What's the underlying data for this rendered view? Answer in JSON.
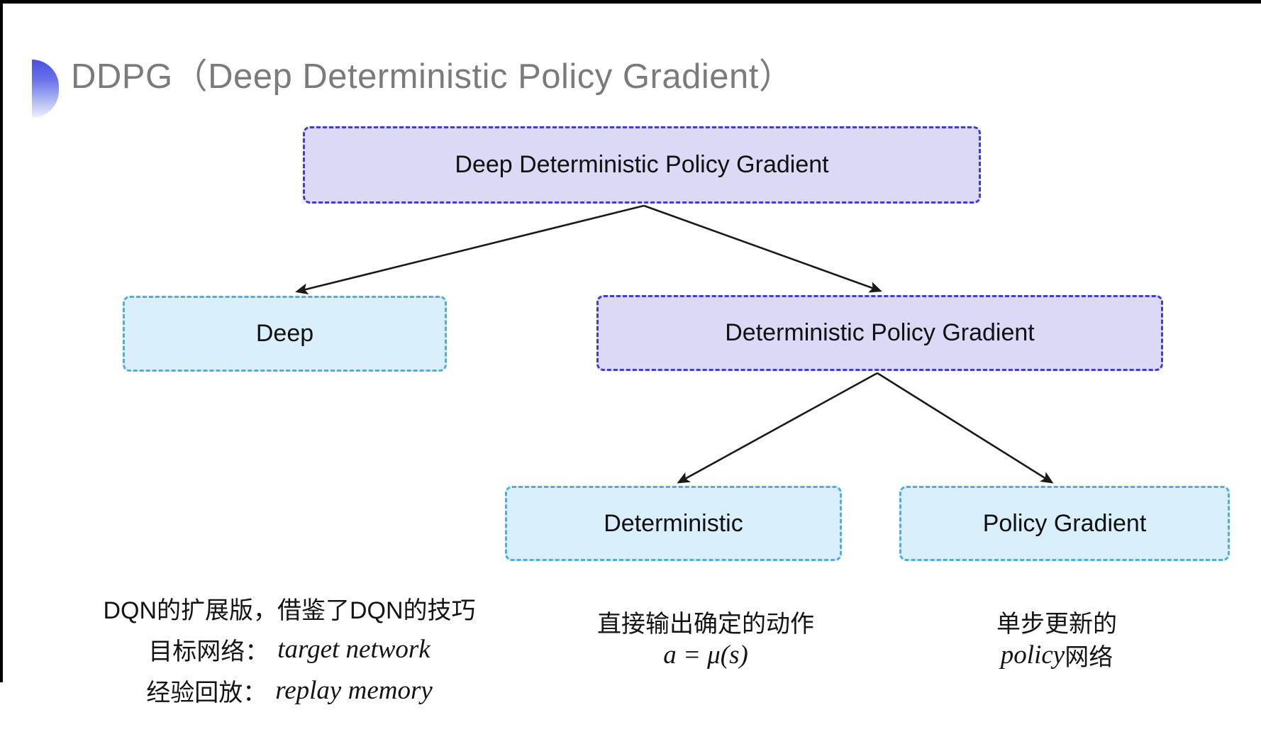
{
  "title": {
    "text": "DDPG（Deep Deterministic Policy Gradient）"
  },
  "nodes": {
    "root": {
      "label": "Deep Deterministic Policy Gradient"
    },
    "deep": {
      "label": "Deep"
    },
    "dpg": {
      "label": "Deterministic Policy Gradient"
    },
    "det": {
      "label": "Deterministic"
    },
    "pg": {
      "label": "Policy Gradient"
    }
  },
  "annotations": {
    "deep": {
      "line1": "DQN的扩展版，借鉴了DQN的技巧",
      "line2_label": "目标网络：",
      "line2_value": "target network",
      "line3_label": "经验回放：",
      "line3_value": "replay memory"
    },
    "deterministic": {
      "line1": "直接输出确定的动作",
      "line2": "a = μ(s)"
    },
    "policy_gradient": {
      "line1": "单步更新的",
      "line2_italic": "policy",
      "line2_rest": " 网络"
    }
  },
  "colors": {
    "purple_fill": "#dcd9f7",
    "purple_border": "#3d3ed2",
    "blue_fill": "#d9effb",
    "blue_border": "#4faddf",
    "title_gray": "#7b7b7b",
    "arrow_black": "#1a1a1a",
    "accent_blue": "#4a50e2"
  }
}
